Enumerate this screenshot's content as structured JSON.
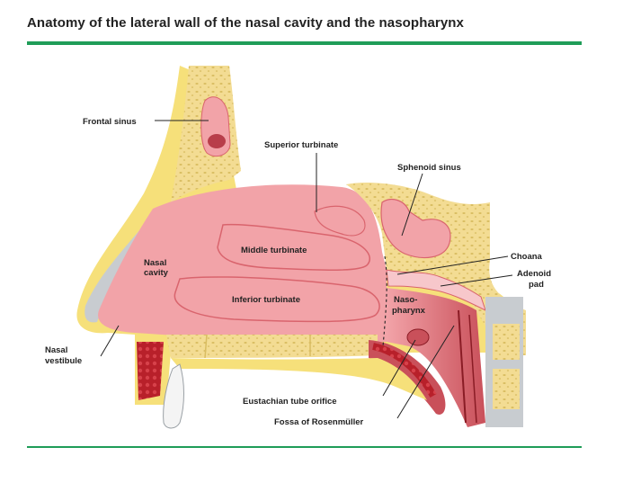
{
  "title": "Anatomy of the lateral wall of the nasal cavity and the nasopharynx",
  "labels": {
    "frontal_sinus": "Frontal sinus",
    "superior_turbinate": "Superior turbinate",
    "sphenoid_sinus": "Sphenoid sinus",
    "middle_turbinate": "Middle turbinate",
    "nasal_cavity_1": "Nasal",
    "nasal_cavity_2": "cavity",
    "choana": "Choana",
    "adenoid_pad_1": "Adenoid",
    "adenoid_pad_2": "pad",
    "inferior_turbinate": "Inferior turbinate",
    "nasopharynx_1": "Naso-",
    "nasopharynx_2": "pharynx",
    "nasal_vestibule_1": "Nasal",
    "nasal_vestibule_2": "vestibule",
    "eustachian_tube_orifice": "Eustachian tube orifice",
    "fossa_of_rosenmuller": "Fossa of Rosenmüller"
  },
  "colors": {
    "rule": "#1f9d58",
    "mucosa": "#f2a3a8",
    "mucosa_dark": "#d9646d",
    "bone": "#f3dc93",
    "bone_dots": "#d9bd62",
    "skin": "#f6e07a",
    "cartilage": "#c8ccd0",
    "muscle": "#b8202a"
  }
}
